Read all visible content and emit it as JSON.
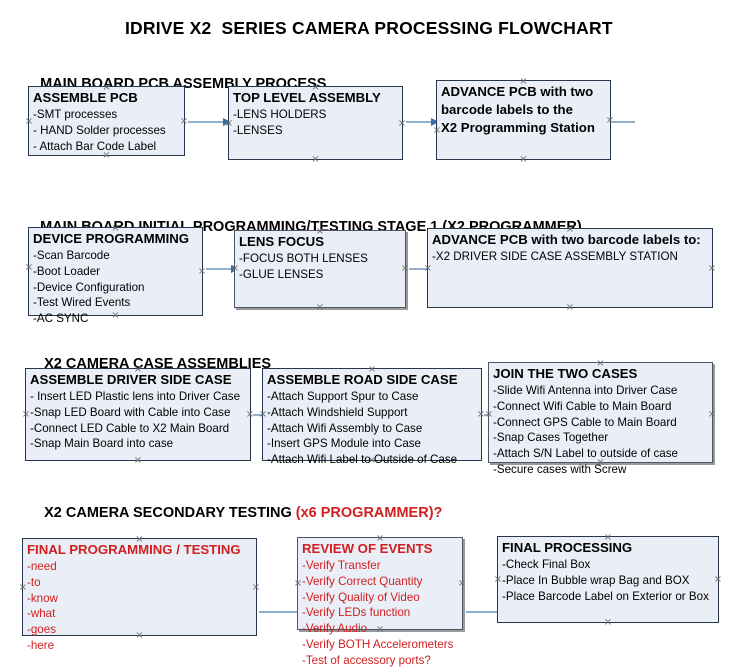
{
  "document": {
    "title": "IDRIVE X2  SERIES CAMERA PROCESSING FLOWCHART",
    "accent_color": "#d11f1f",
    "node_fill": "#e9eef7",
    "node_border": "#26364d",
    "connector_color": "#8fb0cc"
  },
  "sections": [
    {
      "id": "main-board-pcb-assembly-process",
      "heading": "MAIN BOARD PCB ASSEMBLY PROCESS",
      "heading_accent": "",
      "heading_suffix": "",
      "nodes": [
        {
          "id": "assemble-pcb",
          "header": "ASSEMBLE PCB",
          "lines": [
            "-SMT processes",
            "- HAND Solder processes",
            "- Attach Bar Code Label"
          ]
        },
        {
          "id": "top-level-assembly",
          "header": "TOP LEVEL ASSEMBLY",
          "lines": [
            "-LENS HOLDERS",
            "-LENSES"
          ]
        },
        {
          "id": "advance-pcb-programming-station",
          "header": "ADVANCE PCB with two",
          "lines": [
            "barcode labels to the",
            " X2 Programming Station"
          ]
        }
      ]
    },
    {
      "id": "main-board-initial-programming",
      "heading": "MAIN BOARD INITIAL PROGRAMMING/TESTING STAGE 1 (X2 PROGRAMMER)",
      "heading_accent": "",
      "heading_suffix": "",
      "nodes": [
        {
          "id": "device-programming",
          "header": "DEVICE PROGRAMMING",
          "lines": [
            "-Scan Barcode",
            "-Boot Loader",
            "-Device Configuration",
            "-Test Wired Events",
            "-AC SYNC"
          ]
        },
        {
          "id": "lens-focus",
          "header": "LENS FOCUS",
          "lines": [
            "-FOCUS BOTH LENSES",
            "-GLUE LENSES"
          ]
        },
        {
          "id": "advance-pcb-driver-side-case",
          "header": "ADVANCE PCB with two barcode labels to:",
          "lines": [
            "-X2 DRIVER  SIDE  CASE  ASSEMBLY STATION"
          ]
        }
      ]
    },
    {
      "id": "x2-camera-case-assemblies",
      "heading": "X2 CAMERA CASE ASSEMBLIES",
      "heading_accent": "",
      "heading_suffix": "",
      "nodes": [
        {
          "id": "assemble-driver-side-case",
          "header": "ASSEMBLE DRIVER SIDE CASE",
          "lines": [
            "- Insert LED Plastic lens into Driver Case",
            "-Snap LED Board with Cable into Case",
            "-Connect LED Cable to X2 Main Board",
            "-Snap Main Board into case"
          ]
        },
        {
          "id": "assemble-road-side-case",
          "header": "ASSEMBLE ROAD SIDE CASE",
          "lines": [
            "-Attach Support Spur to Case",
            "-Attach Windshield Support",
            "-Attach Wifi Assembly to Case",
            "-Insert GPS Module into Case",
            "-Attach Wifi Label to Outside of Case"
          ]
        },
        {
          "id": "join-the-two-cases",
          "header": "JOIN THE TWO CASES",
          "lines": [
            "-Slide Wifi Antenna into Driver Case",
            "-Connect Wifi Cable to Main Board",
            "-Connect GPS Cable to Main Board",
            "-Snap Cases Together",
            "-Attach S/N Label to outside of case",
            "-Secure cases with Screw"
          ]
        }
      ]
    },
    {
      "id": "x2-camera-secondary-testing",
      "heading": "X2 CAMERA SECONDARY TESTING ",
      "heading_accent": "(x6 PROGRAMMER)?",
      "heading_suffix": "",
      "nodes": [
        {
          "id": "final-programming-testing",
          "header": "FINAL PROGRAMMING / TESTING",
          "lines": [
            "-need",
            "-to",
            "-know",
            "-what",
            "-goes",
            "-here"
          ]
        },
        {
          "id": "review-of-events",
          "header": "REVIEW OF EVENTS",
          "lines": [
            "-Verify Transfer",
            "-Verify Correct Quantity",
            "-Verify Quality of Video",
            "-Verify LEDs function",
            "-Verify Audio",
            "-Verify BOTH Accelerometers",
            "-Test of accessory ports?"
          ]
        },
        {
          "id": "final-processing",
          "header": "FINAL PROCESSING",
          "lines": [
            " -Check Final Box",
            "-Place In Bubble wrap Bag and BOX",
            "-Place Barcode Label on Exterior or Box"
          ]
        }
      ]
    }
  ]
}
